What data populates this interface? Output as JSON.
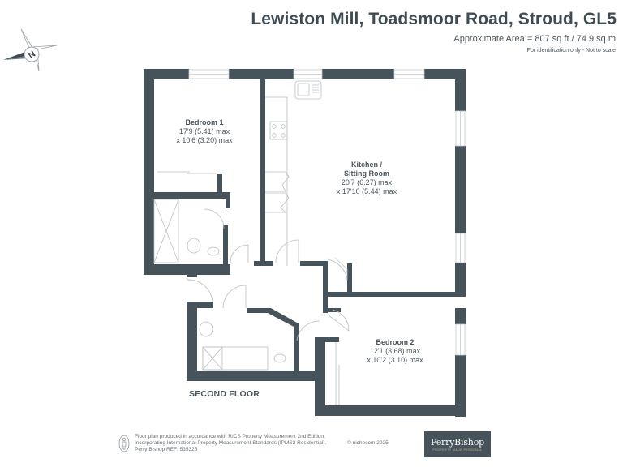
{
  "header": {
    "title": "Lewiston Mill, Toadsmoor Road, Stroud, GL5",
    "area": "Approximate Area = 807 sq ft / 74.9 sq m",
    "note": "For identification only - Not to scale"
  },
  "compass": {
    "label": "N",
    "icon": "compass-north-icon"
  },
  "rooms": [
    {
      "name": "Bedroom 1",
      "dim1": "17'9 (5.41) max",
      "dim2": "x 10'6 (3.20) max"
    },
    {
      "name_line1": "Kitchen /",
      "name_line2": "Sitting Room",
      "dim1": "20'7 (6.27) max",
      "dim2": "x 17'10 (5.44) max"
    },
    {
      "name": "Bedroom 2",
      "dim1": "12'1 (3.68) max",
      "dim2": "x 10'2 (3.10) max"
    }
  ],
  "floor_label": "SECOND FLOOR",
  "footer": {
    "line1": "Floor plan produced in accordance with RICS Property Measurement 2nd Edition,",
    "line2": "Incorporating International Property Measurement Standards (IPMS2 Residential).",
    "line3": "Perry Bishop   REF: 535325",
    "copyright": "© nichecom 2025",
    "icon": "person-icon"
  },
  "logo": {
    "name": "PerryBishop",
    "tagline": "PROPERTY MADE PERSONAL"
  },
  "colors": {
    "wall": "#46535b",
    "text": "#3f4b53",
    "fixture_line": "#b9bfc3",
    "logo_bg": "#46535b",
    "logo_tag": "#c8b88a"
  }
}
